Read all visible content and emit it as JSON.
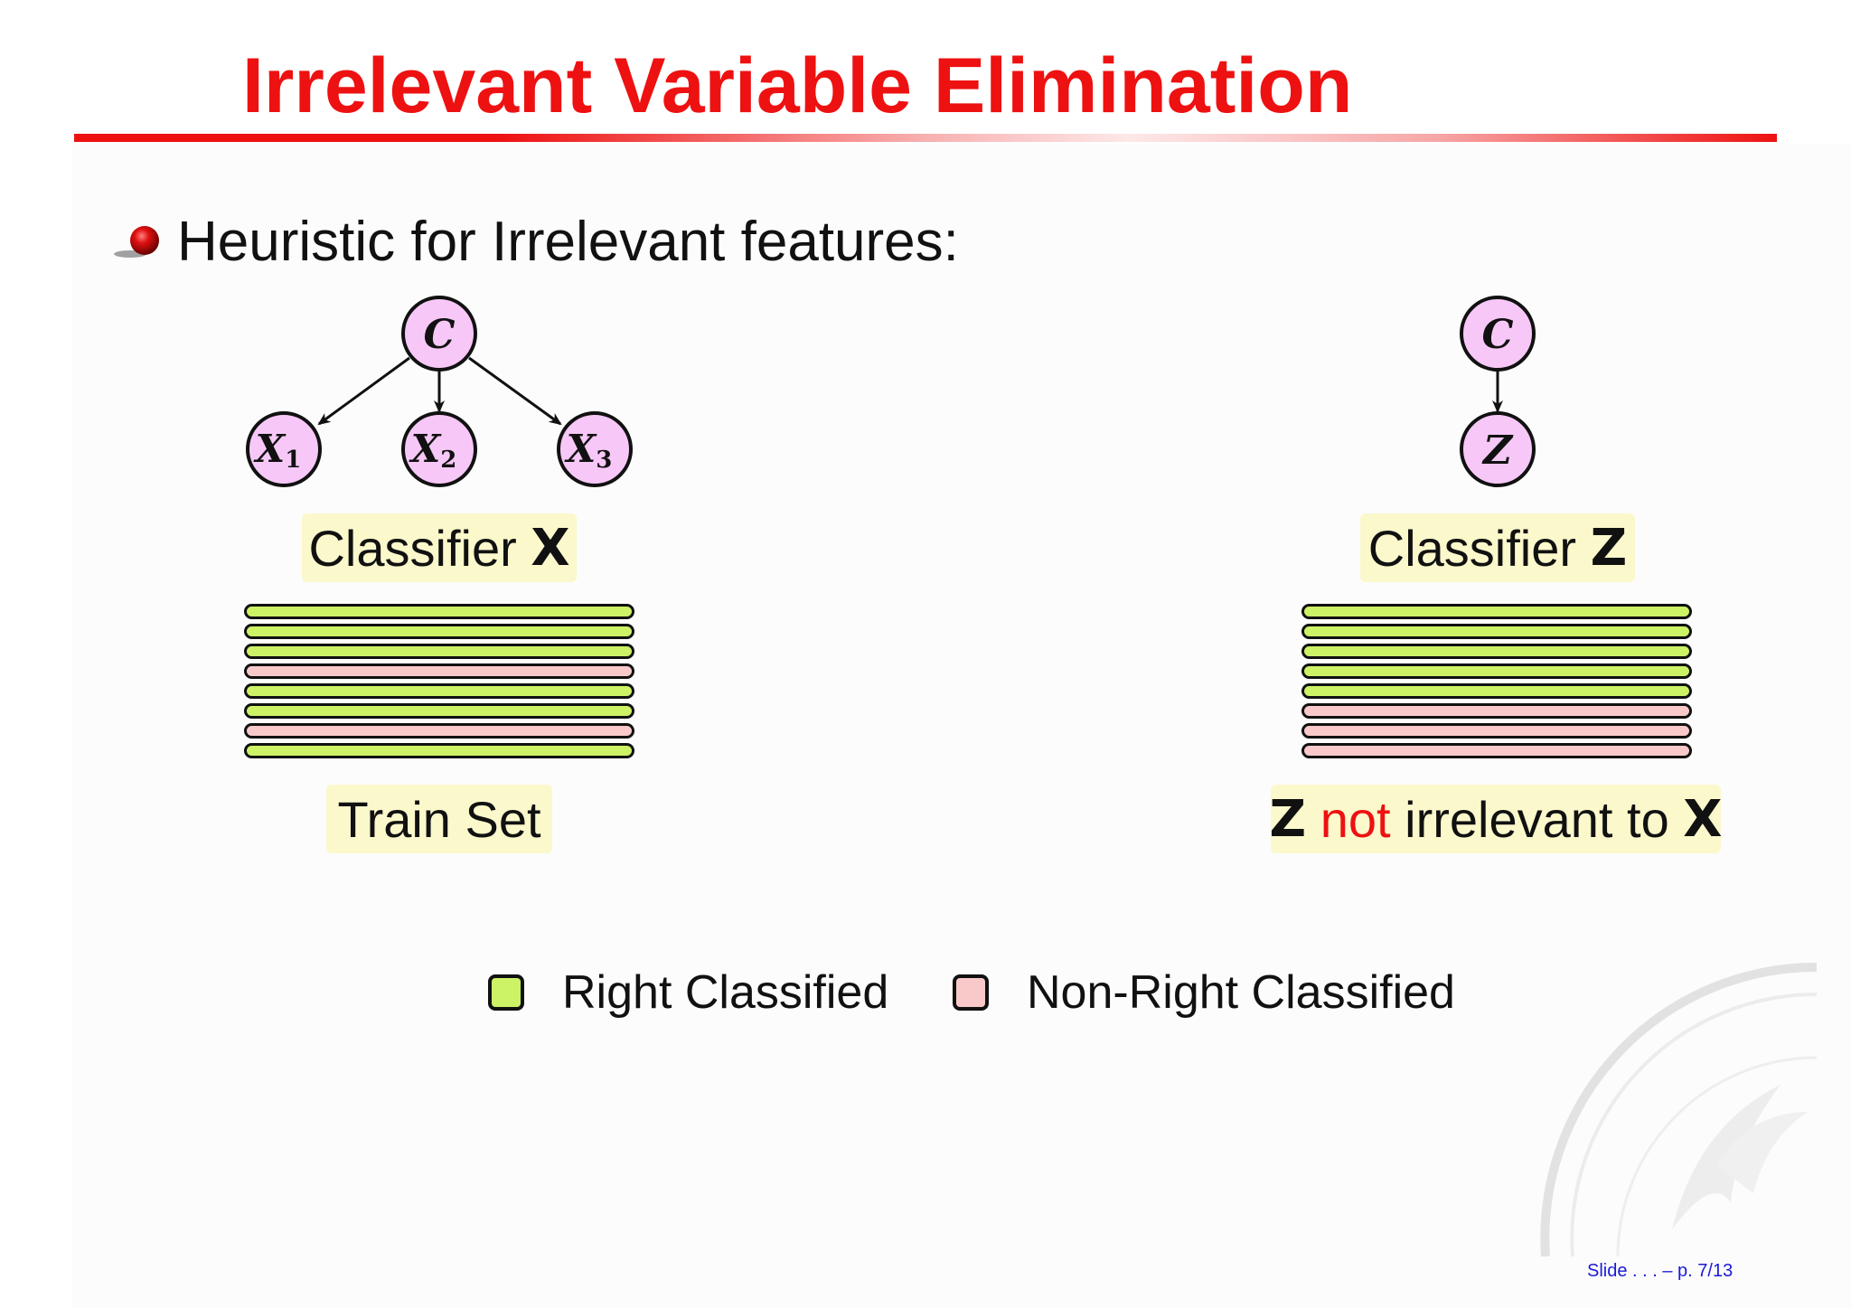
{
  "slide": {
    "title": "Irrelevant Variable Elimination",
    "bullet": "Heuristic for Irrelevant features:",
    "footer": "Slide . . . – p. 7/13"
  },
  "colors": {
    "title": "#ee1111",
    "node_fill": "#f7c8f7",
    "label_bg": "#fbf8cc",
    "right_classified": "#ccf266",
    "non_right_classified": "#f9c9c9",
    "footer": "#1a1ad8"
  },
  "left_diagram": {
    "nodes": {
      "root": "C",
      "children": [
        {
          "letter": "X",
          "sub": "1"
        },
        {
          "letter": "X",
          "sub": "2"
        },
        {
          "letter": "X",
          "sub": "3"
        }
      ]
    },
    "classifier_label": {
      "prefix": "Classifier ",
      "var": "X"
    },
    "stack": [
      "right",
      "right",
      "right",
      "wrong",
      "right",
      "right",
      "wrong",
      "right"
    ],
    "caption": "Train Set"
  },
  "right_diagram": {
    "nodes": {
      "root": "C",
      "child": "Z"
    },
    "classifier_label": {
      "prefix": "Classifier ",
      "var": "Z"
    },
    "stack": [
      "right",
      "right",
      "right",
      "right",
      "right",
      "wrong",
      "wrong",
      "wrong"
    ],
    "caption": {
      "var1": "Z",
      "red_word": "not",
      "middle": " irrelevant to ",
      "var2": "X"
    }
  },
  "legend": [
    {
      "key": "right",
      "label": "Right Classified"
    },
    {
      "key": "wrong",
      "label": "Non-Right Classified"
    }
  ],
  "icons": {
    "bullet": "red-ball-bullet-icon",
    "seal": "university-seal-watermark"
  }
}
